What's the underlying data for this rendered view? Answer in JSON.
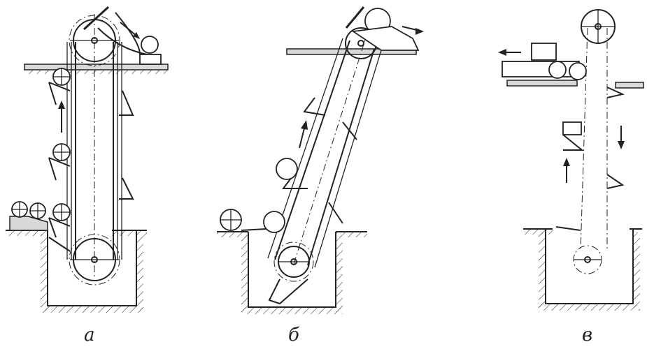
{
  "panels": [
    {
      "id": "a",
      "label": "а"
    },
    {
      "id": "b",
      "label": "б"
    },
    {
      "id": "v",
      "label": "в"
    }
  ]
}
